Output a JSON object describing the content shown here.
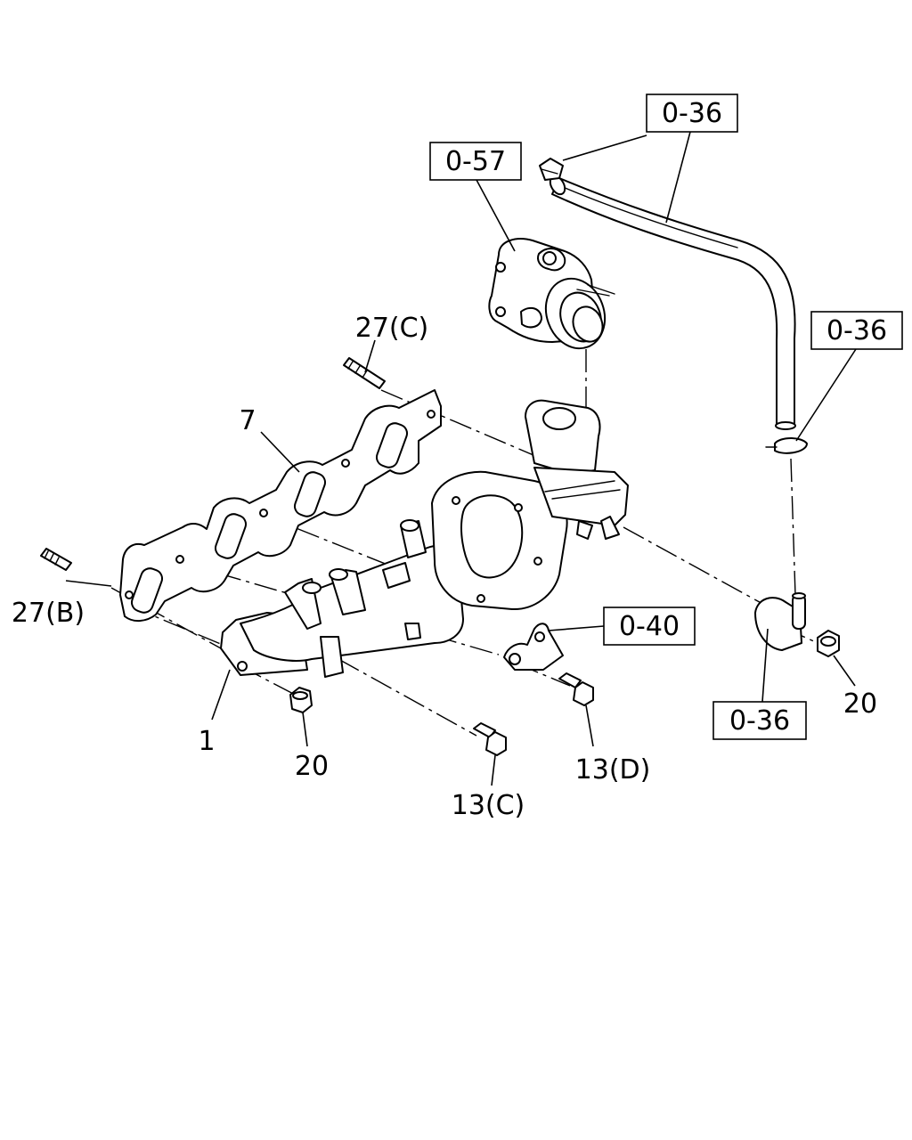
{
  "callouts": {
    "ref_0_36_top": "0-36",
    "ref_0_57": "0-57",
    "ref_0_36_right": "0-36",
    "ref_0_40": "0-40",
    "ref_0_36_bottom": "0-36",
    "part_27c": "27(C)",
    "part_7": "7",
    "part_27b": "27(B)",
    "part_1": "1",
    "part_20_left": "20",
    "part_13c": "13(C)",
    "part_13d": "13(D)",
    "part_20_right": "20"
  }
}
